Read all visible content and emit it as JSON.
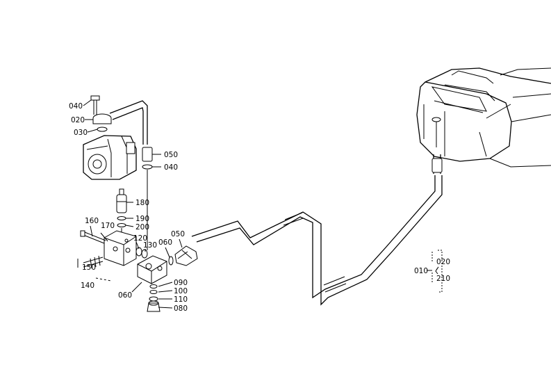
{
  "parts": {
    "p040a": "040",
    "p020a": "020",
    "p030": "030",
    "p050a": "050",
    "p040b": "040",
    "p180": "180",
    "p190": "190",
    "p200": "200",
    "p160": "160",
    "p170": "170",
    "p120": "120",
    "p130": "130",
    "p060a": "060",
    "p050b": "050",
    "p150": "150",
    "p140": "140",
    "p060b": "060",
    "p090": "090",
    "p100": "100",
    "p110": "110",
    "p080": "080",
    "p010": "010",
    "p020b": "020",
    "p210": "210"
  },
  "colors": {
    "ink": "#000000",
    "paper": "#ffffff"
  }
}
